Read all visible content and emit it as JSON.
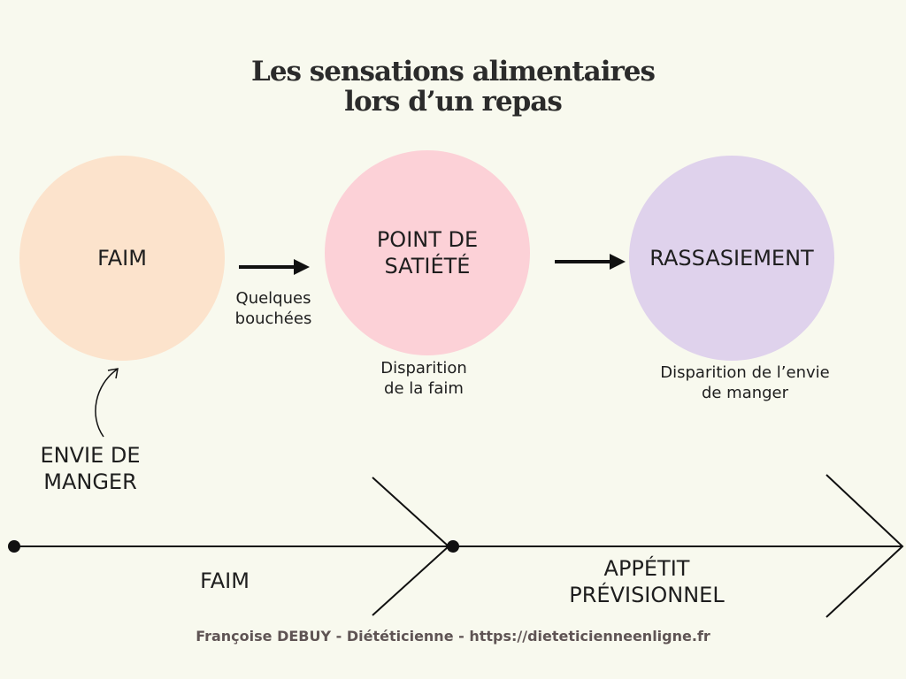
{
  "title": {
    "line1": "Les sensations alimentaires",
    "line2": "lors d’un repas"
  },
  "circles": {
    "faim": {
      "label": "FAIM",
      "color": "#fce3cc"
    },
    "satiete": {
      "label": "POINT DE\nSATIÉTÉ",
      "color": "#fcd1d7"
    },
    "rassasiement": {
      "label": "RASSASIEMENT",
      "color": "#dfd2ec"
    }
  },
  "notes": {
    "quelques_bouchees": "Quelques\nbouchées",
    "disparition_faim": "Disparition\nde la faim",
    "disparition_envie": "Disparition de l’envie\nde manger",
    "envie_de_manger": "ENVIE DE\nMANGER"
  },
  "timeline": {
    "faim": "FAIM",
    "appetit": "APPÉTIT\nPRÉVISIONNEL"
  },
  "footer": "Françoise DEBUY - Diététicienne - https://dieteticienneenligne.fr"
}
